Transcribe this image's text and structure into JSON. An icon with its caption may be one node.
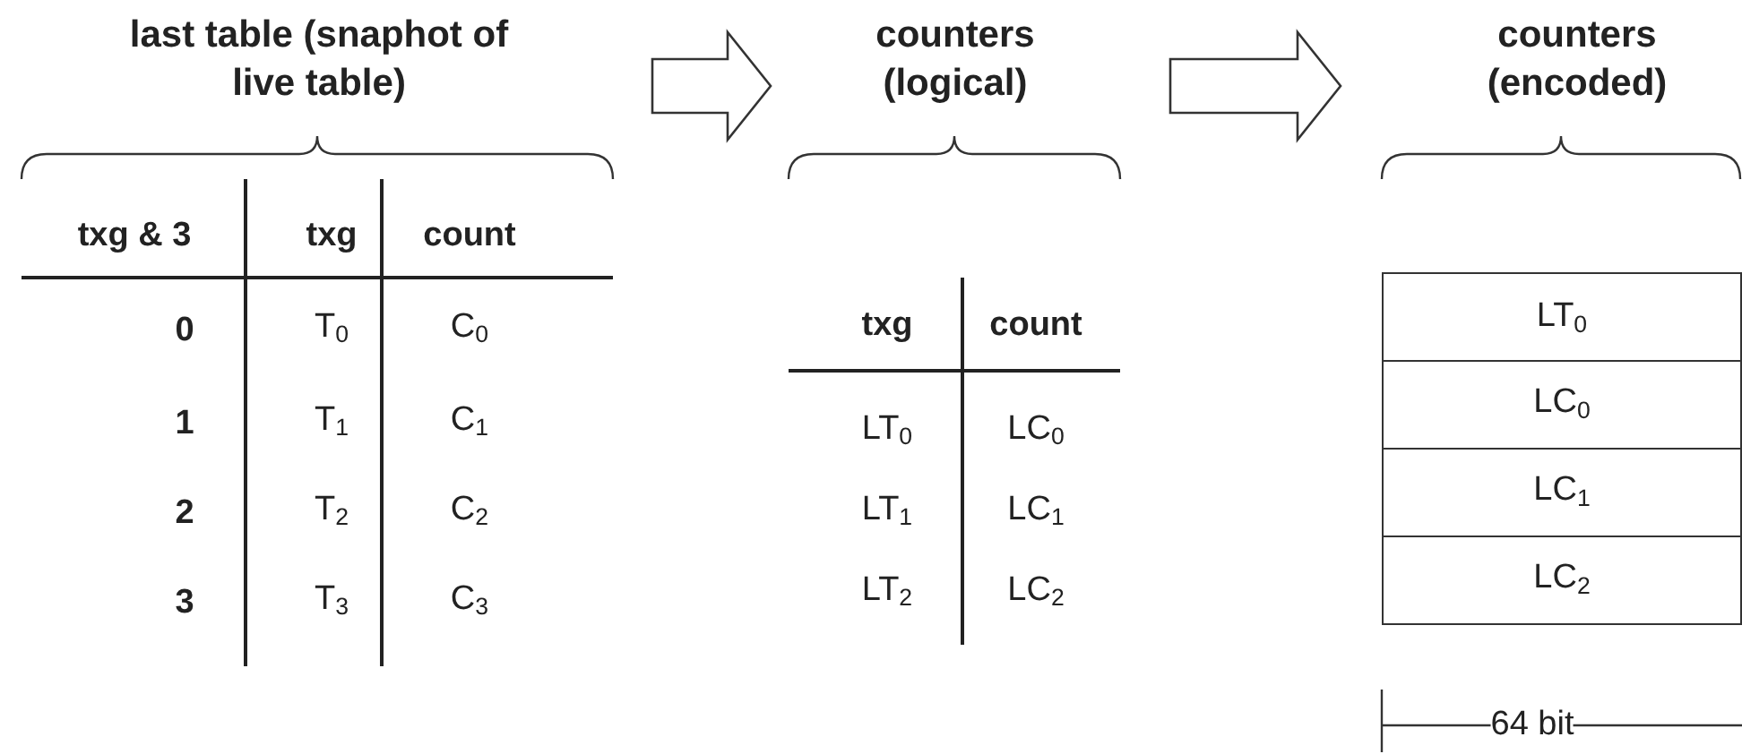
{
  "diagram": {
    "nodes": [
      {
        "text": [
          "last table (snaphot of live table)"
        ]
      },
      {
        "text": [
          "counters (logical)"
        ]
      },
      {
        "text": [
          "counters (encoded)"
        ]
      },
      {
        "text": [
          "LT$_{0}$"
        ],
        "in": 2
      },
      {
        "text": [
          "LC$_{0}$"
        ],
        "in": 2
      },
      {
        "text": [
          "LC$_{1}$"
        ],
        "in": 2
      },
      {
        "text": [
          "LC$_{2}$"
        ],
        "in": 2
      }
    ],
    "edges": [
      {
        "from": 0,
        "to": 1,
        "arrow": "to"
      },
      {
        "from": 1,
        "to": 2,
        "arrow": "to"
      }
    ],
    "labels": [
      "txg & 3",
      "txg",
      "count",
      "0",
      "T$_{0}$",
      "C$_{0}$",
      "1",
      "T$_{1}$",
      "C$_{1}$",
      "2",
      "T$_{2}$",
      "C$_{2}$",
      "3",
      "T$_{3}$",
      "C$_{3}$",
      "txg",
      "count",
      "LT$_{0}$",
      "LC$_{0}$",
      "LT$_{1}$",
      "LC$_{1}$",
      "LT$_{2}$",
      "LC$_{2}$",
      "64 bit"
    ]
  }
}
